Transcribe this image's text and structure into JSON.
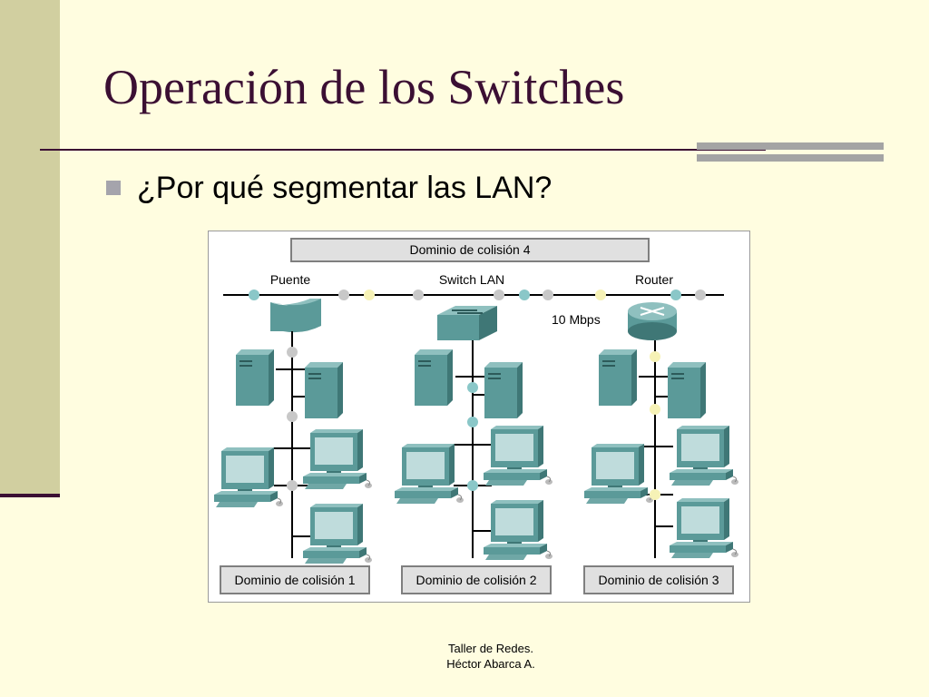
{
  "slide": {
    "title": "Operación de los Switches",
    "bullet": "¿Por qué segmentar las LAN?",
    "footer": {
      "line1": "Taller de Redes.",
      "line2": "Héctor Abarca A."
    }
  },
  "diagram": {
    "top_domain": "Dominio de colisión 4",
    "devices": {
      "bridge": "Puente",
      "switch": "Switch LAN",
      "router": "Router"
    },
    "speed": "10 Mbps",
    "domains": [
      "Dominio de colisión 1",
      "Dominio de colisión 2",
      "Dominio de colisión 3"
    ]
  },
  "colors": {
    "background": "#FFFDE0",
    "title": "#3B0F33",
    "side_band": "#D1CFA0",
    "device": "#5B9A99",
    "node_gray": "#C8C8C8",
    "node_teal": "#8AC7C8",
    "node_yellow": "#F6F2B6"
  }
}
